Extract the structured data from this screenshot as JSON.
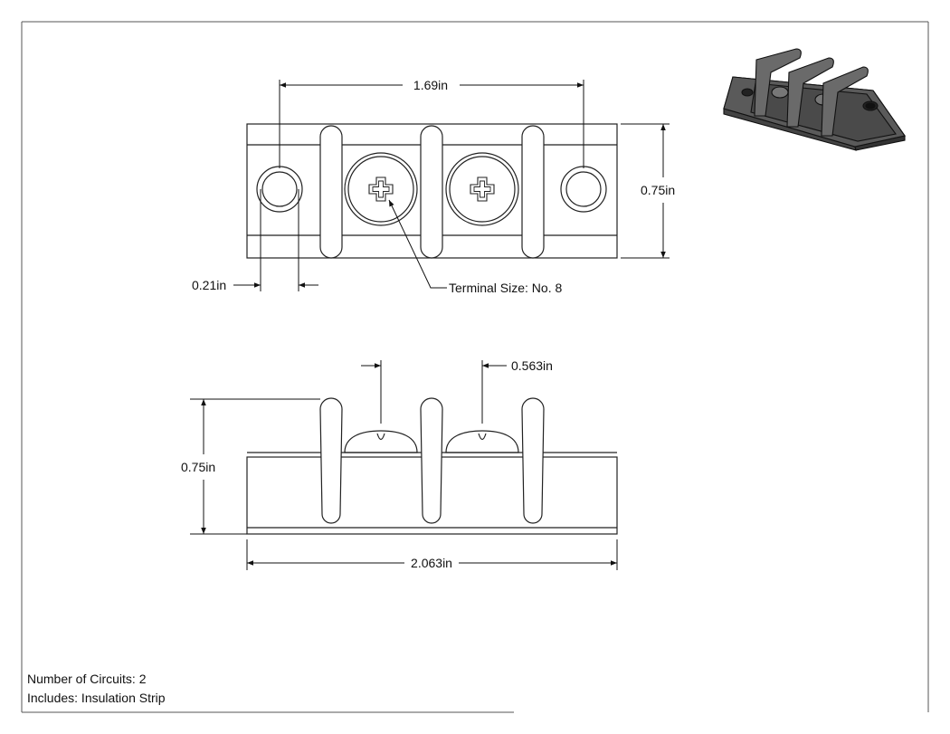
{
  "top_view": {
    "width_label": "1.69in",
    "height_label": "0.75in",
    "hole_label": "0.21in",
    "terminal_label": "Terminal Size: No. 8"
  },
  "side_view": {
    "screw_label": "0.563in",
    "height_label": "0.75in",
    "length_label": "2.063in"
  },
  "notes": {
    "circuits": "Number of Circuits: 2",
    "includes": "Includes: Insulation Strip"
  }
}
